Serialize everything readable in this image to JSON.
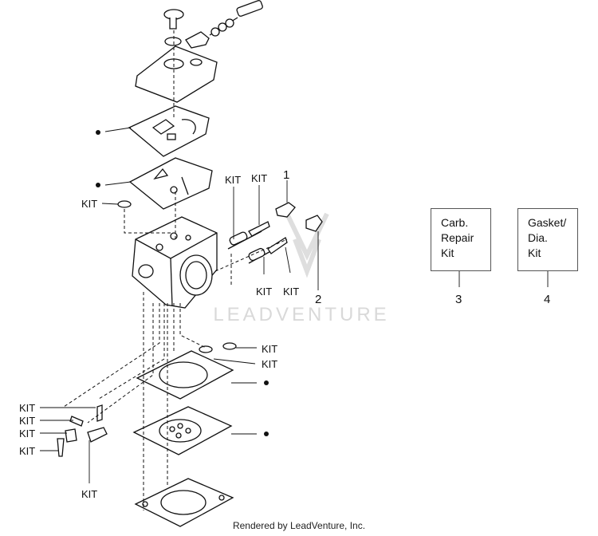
{
  "labels": {
    "kit": "KIT",
    "num1": "1",
    "num2": "2",
    "num3": "3",
    "num4": "4"
  },
  "boxes": {
    "carb_repair_kit": "Carb.\nRepair\nKit",
    "gasket_dia_kit": "Gasket/\nDia.\nKit"
  },
  "watermark": "LEADVENTURE",
  "footer": "Rendered by LeadVenture, Inc.",
  "colors": {
    "line": "#111111",
    "watermark": "#d9d9d9",
    "box_border": "#555555"
  }
}
